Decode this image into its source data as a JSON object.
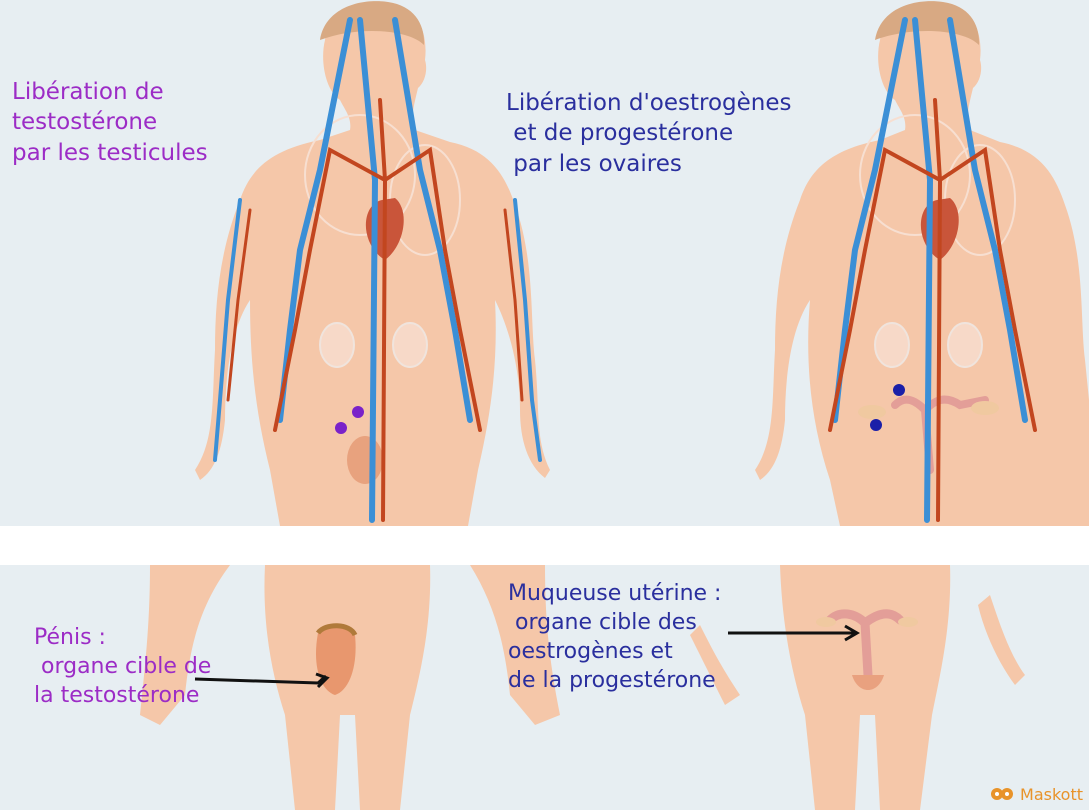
{
  "top": {
    "male_label": [
      "Libération de",
      "testostérone",
      "par les testicules"
    ],
    "female_label": [
      "Libération d'oestrogènes",
      " et de progestérone",
      " par les ovaires"
    ]
  },
  "bottom": {
    "male_label": [
      "Pénis :",
      " organe cible de",
      "la testostérone"
    ],
    "female_label": [
      "Muqueuse utérine :",
      " organe cible des",
      "oestrogènes et",
      "de la progestérone"
    ]
  },
  "brand": {
    "name": "Maskott",
    "icon": "owl-logo-icon",
    "color": "#e8932a"
  },
  "colors": {
    "skin": "#f5c7a9",
    "vein": "#3b8fd6",
    "artery": "#c2461f",
    "hormone_male": "#7a22c9",
    "hormone_female": "#1a1fa8",
    "label_male": "#9c2cc6",
    "label_female": "#2a2f9e"
  }
}
